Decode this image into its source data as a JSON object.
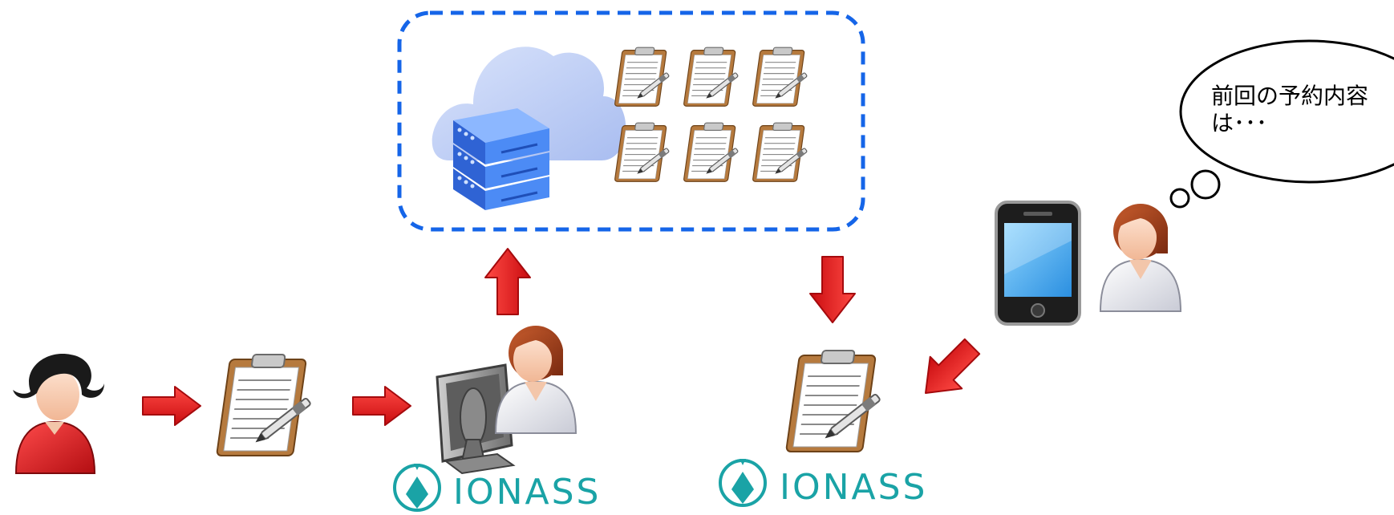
{
  "speech_bubble": {
    "text": "前回の予約内容\nは･･･"
  },
  "logos": [
    {
      "name": "IONASS"
    },
    {
      "name": "IONASS"
    }
  ],
  "icons": {
    "cloud_server": "cloud-server-icon",
    "clipboard": "clipboard-with-pen-icon",
    "customer": "customer-person-icon",
    "staff": "staff-person-icon",
    "computer": "desktop-computer-icon",
    "smartphone": "smartphone-icon",
    "arrow": "red-arrow-icon"
  },
  "colors": {
    "dashed_border": "#1565e8",
    "arrow_red": "#e8161b",
    "logo_teal": "#1aa3a6",
    "server_blue": "#3d7ef0",
    "cloud": "#c9d7f7",
    "clipboard_board": "#b67a3e"
  }
}
